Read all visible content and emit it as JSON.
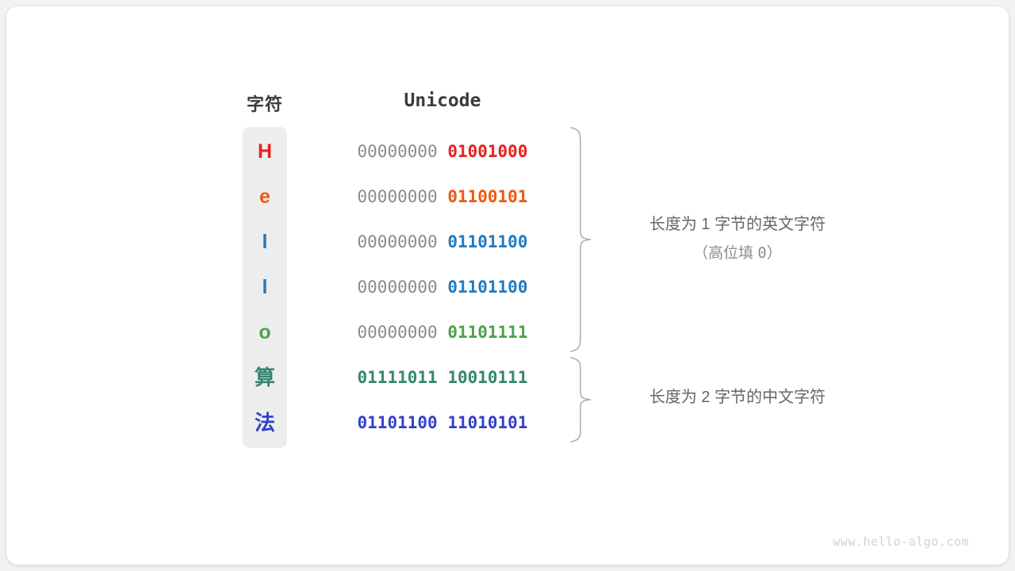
{
  "page": {
    "background": "#f2f2f2",
    "card_background": "#ffffff",
    "watermark": "www.hello-algo.com"
  },
  "headers": {
    "char": "字符",
    "unicode": "Unicode"
  },
  "colors": {
    "panel": "#ededed",
    "high_bits": "#8a8a8a",
    "annotation": "#666666",
    "annotation_sub": "#8d8d8d",
    "watermark": "#d3d3d3"
  },
  "rows": [
    {
      "char": "H",
      "color": "#e8201f",
      "high": "00000000",
      "low": "01001000",
      "cjk": false
    },
    {
      "char": "e",
      "color": "#ec5a13",
      "high": "00000000",
      "low": "01100101",
      "cjk": false
    },
    {
      "char": "l",
      "color": "#1f7bc4",
      "high": "00000000",
      "low": "01101100",
      "cjk": false
    },
    {
      "char": "l",
      "color": "#1f7bc4",
      "high": "00000000",
      "low": "01101100",
      "cjk": false
    },
    {
      "char": "o",
      "color": "#4ca24c",
      "high": "00000000",
      "low": "01101111",
      "cjk": false
    },
    {
      "char": "算",
      "color": "#35866f",
      "high": "01111011",
      "low": "10010111",
      "cjk": true
    },
    {
      "char": "法",
      "color": "#3340cc",
      "high": "01101100",
      "low": "11010101",
      "cjk": true
    }
  ],
  "annotations": [
    {
      "line1": "长度为 1 字节的英文字符",
      "line2_prefix": "（高位填 ",
      "line2_value": "0",
      "line2_suffix": "）"
    },
    {
      "line1": "长度为 2 字节的中文字符"
    }
  ]
}
